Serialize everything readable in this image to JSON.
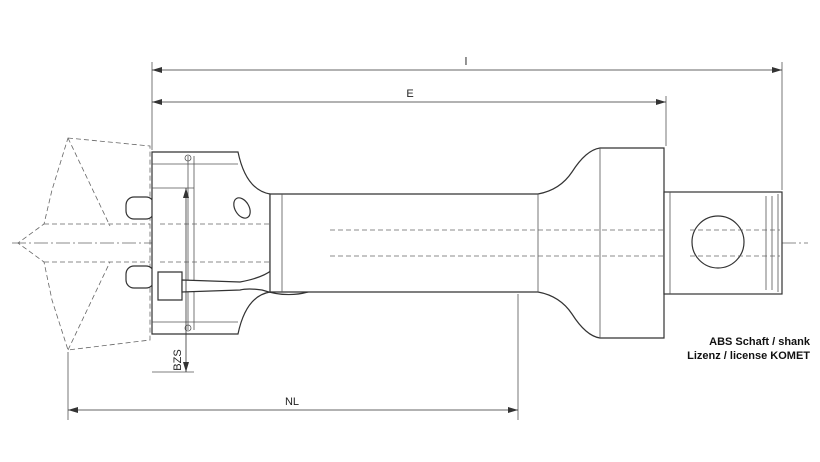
{
  "dimensions": {
    "overall_length": "l",
    "effective_length": "E",
    "nominal_length": "NL",
    "bzs": "BZS"
  },
  "notes": {
    "line1": "ABS Schaft / shank",
    "line2": "Lizenz / license KOMET"
  }
}
